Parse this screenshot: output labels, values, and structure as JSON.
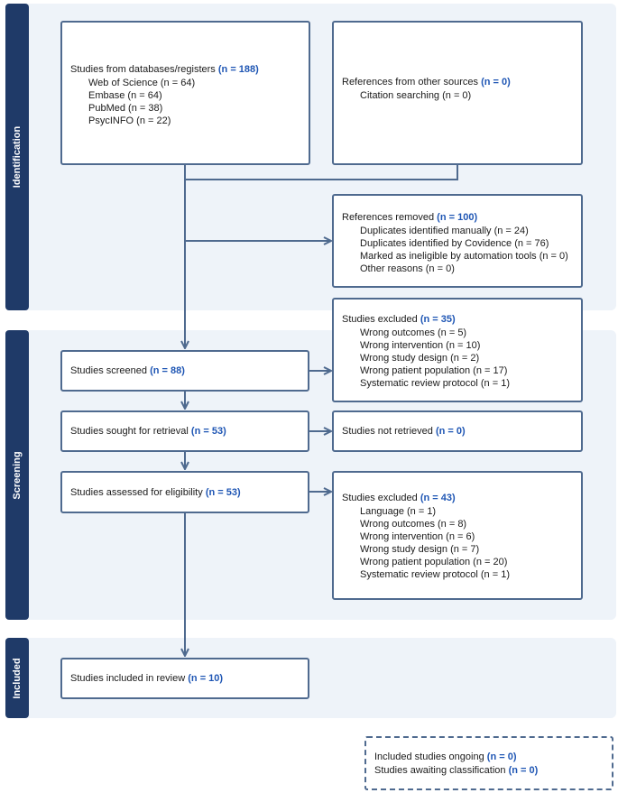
{
  "colors": {
    "band_bg": "#eef3f9",
    "label_bg": "#1f3a68",
    "border": "#4f6a8f",
    "count": "#1f56b4"
  },
  "phases": {
    "identification": "Identification",
    "screening": "Screening",
    "included": "Included"
  },
  "databases": {
    "title": "Studies from databases/registers",
    "count": "(n = 188)",
    "items": [
      "Web of Science (n = 64)",
      "Embase (n = 64)",
      "PubMed (n = 38)",
      "PsycINFO (n = 22)"
    ]
  },
  "other_sources": {
    "title": "References from other sources",
    "count": "(n = 0)",
    "items": [
      "Citation searching (n = 0)"
    ]
  },
  "removed": {
    "title": "References removed",
    "count": "(n = 100)",
    "items": [
      "Duplicates identified manually (n = 24)",
      "Duplicates identified by Covidence (n = 76)",
      "Marked as ineligible by automation tools (n = 0)",
      "Other reasons (n = 0)"
    ]
  },
  "screened": {
    "title": "Studies screened",
    "count": "(n = 88)"
  },
  "excluded_screening": {
    "title": "Studies excluded",
    "count": "(n = 35)",
    "items": [
      "Wrong outcomes (n = 5)",
      "Wrong intervention (n = 10)",
      "Wrong study design (n = 2)",
      "Wrong patient population (n = 17)",
      "Systematic review protocol (n = 1)"
    ]
  },
  "retrieval": {
    "title": "Studies sought for retrieval",
    "count": "(n = 53)"
  },
  "not_retrieved": {
    "title": "Studies not retrieved",
    "count": "(n = 0)"
  },
  "eligibility": {
    "title": "Studies assessed for eligibility",
    "count": "(n = 53)"
  },
  "excluded_eligibility": {
    "title": "Studies excluded",
    "count": "(n = 43)",
    "items": [
      "Language (n = 1)",
      "Wrong outcomes (n = 8)",
      "Wrong intervention (n = 6)",
      "Wrong study design (n = 7)",
      "Wrong patient population (n = 20)",
      "Systematic review protocol (n = 1)"
    ]
  },
  "included": {
    "title": "Studies included in review",
    "count": "(n = 10)"
  },
  "ongoing": {
    "ongoing_label": "Included studies ongoing",
    "ongoing_count": "(n = 0)",
    "awaiting_label": "Studies awaiting classification",
    "awaiting_count": "(n = 0)"
  }
}
